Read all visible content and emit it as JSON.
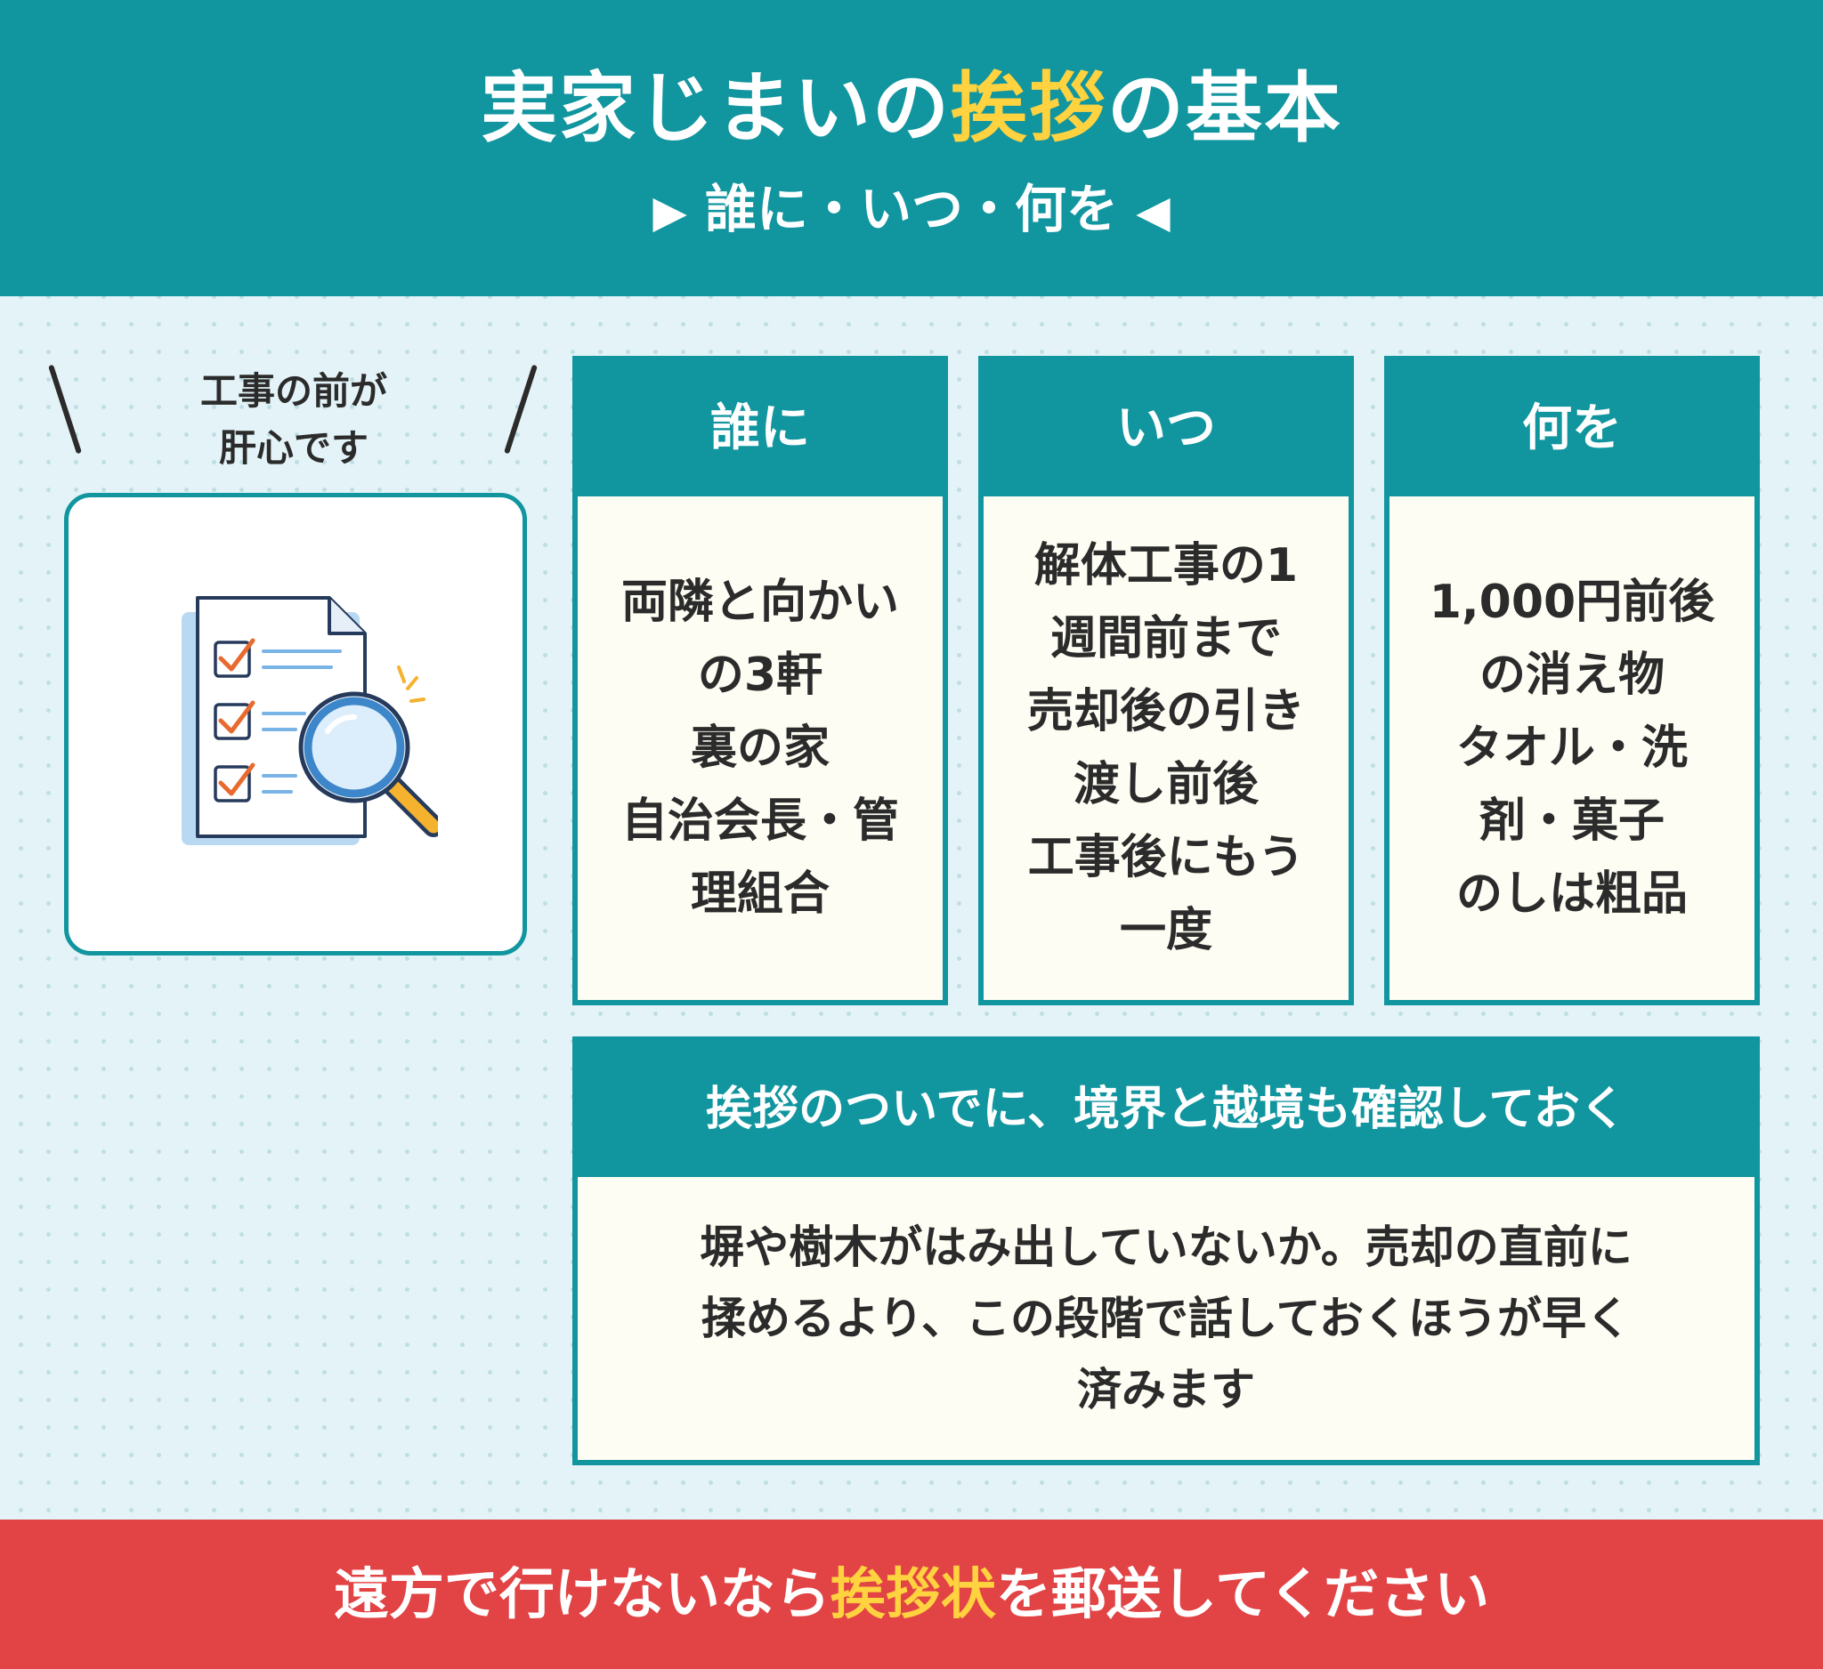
{
  "header": {
    "title_before": "実家じまいの",
    "title_highlight": "挨拶",
    "title_after": "の基本",
    "subtitle_left_icon": "play-right-icon",
    "subtitle": "誰に・いつ・何を",
    "subtitle_right_icon": "play-left-icon"
  },
  "note": {
    "line1": "工事の前が",
    "line2": "肝心です"
  },
  "illustration": {
    "icon": "checklist-magnifier-icon"
  },
  "cards": [
    {
      "title": "誰に",
      "lines": [
        "両隣と向かい",
        "の3軒",
        "裏の家",
        "自治会長・管",
        "理組合"
      ]
    },
    {
      "title": "いつ",
      "lines": [
        "解体工事の1",
        "週間前まで",
        "売却後の引き",
        "渡し前後",
        "工事後にもう",
        "一度"
      ]
    },
    {
      "title": "何を",
      "lines": [
        "1,000円前後",
        "の消え物",
        "タオル・洗",
        "剤・菓子",
        "のしは粗品"
      ]
    }
  ],
  "boundary": {
    "title": "挨拶のついでに、境界と越境も確認しておく",
    "lines": [
      "塀や樹木がはみ出していないか。売却の直前に",
      "揉めるより、この段階で話しておくほうが早く",
      "済みます"
    ]
  },
  "footer": {
    "before": "遠方で行けないなら",
    "highlight": "挨拶状",
    "after": "を郵送してください"
  },
  "colors": {
    "teal": "#11959f",
    "yellow": "#ffd23f",
    "red": "#e24345",
    "cream": "#fefdf3",
    "background": "#e3f3f7"
  }
}
